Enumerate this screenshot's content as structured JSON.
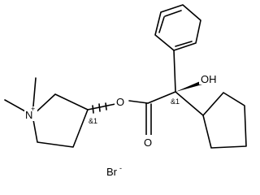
{
  "labels": {
    "hydroxyl": "OH",
    "ester_oxygen": "O",
    "carbonyl_oxygen": "O",
    "nitrogen": "N",
    "nitrogen_charge": "+",
    "counterion": "Br",
    "counterion_charge": "-",
    "stereo_ring": "&1",
    "stereo_center": "&1"
  }
}
